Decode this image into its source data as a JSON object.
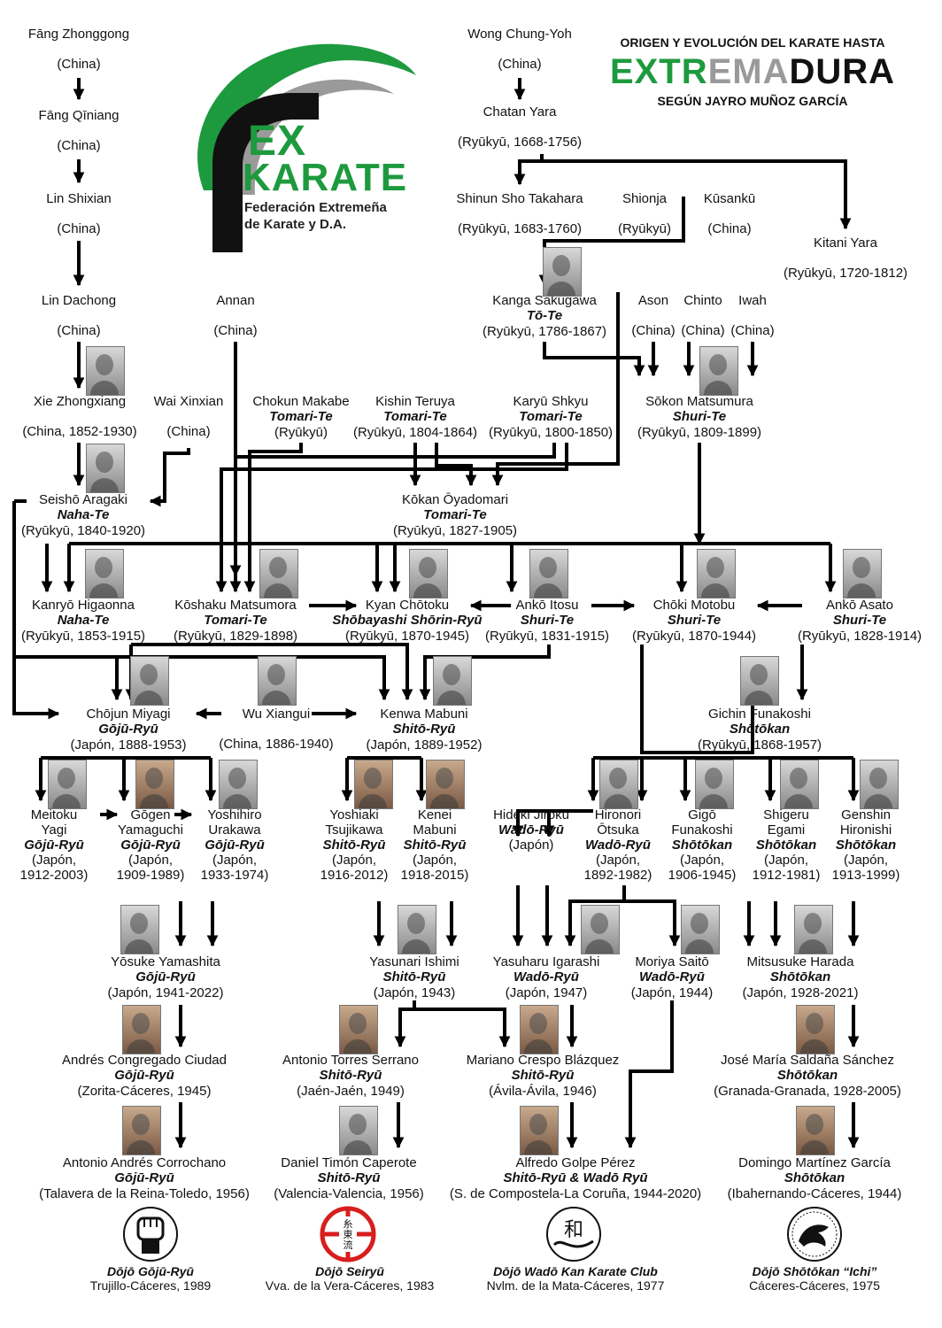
{
  "header": {
    "line1": "ORIGEN Y EVOLUCIÓN DEL KARATE HASTA",
    "line2_green": "EXTR",
    "line2_gray": "EMA",
    "line2_black": "DURA",
    "line3": "SEGÚN JAYRO MUÑOZ GARCÍA"
  },
  "logo": {
    "ex": "EX",
    "karate": "KARATE",
    "fed1": "Federación Extremeña",
    "fed2": "de Karate y D.A.",
    "brand_green": "#1e9a3e"
  },
  "nodes": {
    "fang_z": {
      "name": "Fāng Zhonggong",
      "place": "(China)"
    },
    "fang_q": {
      "name": "Fāng Qīniang",
      "place": "(China)"
    },
    "lin_s": {
      "name": "Lin Shixian",
      "place": "(China)"
    },
    "lin_d": {
      "name": "Lin Dachong",
      "place": "(China)"
    },
    "xie": {
      "name": "Xie Zhongxiang",
      "place": "(China, 1852-1930)"
    },
    "wai": {
      "name": "Wai Xinxian",
      "place": "(China)"
    },
    "annan": {
      "name": "Annan",
      "place": "(China)"
    },
    "wong": {
      "name": "Wong Chung-Yoh",
      "place": "(China)"
    },
    "chatan": {
      "name": "Chatan Yara",
      "place": "(Ryūkyū, 1668-1756)"
    },
    "shinun": {
      "name": "Shinun Sho Takahara",
      "place": "(Ryūkyū, 1683-1760)"
    },
    "shionja": {
      "name": "Shionja",
      "place": "(Ryūkyū)"
    },
    "kusanku": {
      "name": "Kūsankū",
      "place": "(China)"
    },
    "kitani": {
      "name": "Kitani Yara",
      "place": "(Ryūkyū, 1720-1812)"
    },
    "kanga": {
      "name": "Kanga Sakugawa",
      "style": "Tō-Te",
      "place": "(Ryūkyū, 1786-1867)"
    },
    "ason": {
      "name": "Ason",
      "place": "(China)"
    },
    "chinto": {
      "name": "Chinto",
      "place": "(China)"
    },
    "iwah": {
      "name": "Iwah",
      "place": "(China)"
    },
    "sokon": {
      "name": "Sōkon Matsumura",
      "style": "Shuri-Te",
      "place": "(Ryūkyū, 1809-1899)"
    },
    "makabe": {
      "name": "Chokun Makabe",
      "style": "Tomari-Te",
      "place": "(Ryūkyū)"
    },
    "teruya": {
      "name": "Kishin Teruya",
      "style": "Tomari-Te",
      "place": "(Ryūkyū, 1804-1864)"
    },
    "shkyu": {
      "name": "Karyū Shkyu",
      "style": "Tomari-Te",
      "place": "(Ryūkyū, 1800-1850)"
    },
    "seisho": {
      "name": "Seishō Aragaki",
      "style": "Naha-Te",
      "place": "(Ryūkyū, 1840-1920)"
    },
    "kokan": {
      "name": "Kōkan Ōyadomari",
      "style": "Tomari-Te",
      "place": "(Ryūkyū, 1827-1905)"
    },
    "kanryo": {
      "name": "Kanryō Higaonna",
      "style": "Naha-Te",
      "place": "(Ryūkyū, 1853-1915)"
    },
    "koshaku": {
      "name": "Kōshaku Matsumora",
      "style": "Tomari-Te",
      "place": "(Ryūkyū, 1829-1898)"
    },
    "kyan": {
      "name": "Kyan Chōtoku",
      "style": "Shōbayashi Shōrin-Ryū",
      "place": "(Ryūkyū, 1870-1945)"
    },
    "itosu": {
      "name": "Ankō Itosu",
      "style": "Shuri-Te",
      "place": "(Ryūkyū, 1831-1915)"
    },
    "motobu": {
      "name": "Chōki Motobu",
      "style": "Shuri-Te",
      "place": "(Ryūkyū, 1870-1944)"
    },
    "asato": {
      "name": "Ankō Asato",
      "style": "Shuri-Te",
      "place": "(Ryūkyū, 1828-1914)"
    },
    "chojun": {
      "name": "Chōjun Miyagi",
      "style": "Gōjū-Ryū",
      "place": "(Japón, 1888-1953)"
    },
    "wu": {
      "name": "Wu Xiangui",
      "place": "(China, 1886-1940)"
    },
    "kenwa": {
      "name": "Kenwa Mabuni",
      "style": "Shitō-Ryū",
      "place": "(Japón, 1889-1952)"
    },
    "gichin": {
      "name": "Gichin Funakoshi",
      "style": "Shōtōkan",
      "place": "(Ryūkyū, 1868-1957)"
    },
    "meitoku": {
      "name1": "Meitoku",
      "name2": "Yagi",
      "style": "Gōjū-Ryū",
      "place1": "(Japón,",
      "place2": "1912-2003)"
    },
    "gogen": {
      "name1": "Gōgen",
      "name2": "Yamaguchi",
      "style": "Gōjū-Ryū",
      "place1": "(Japón,",
      "place2": "1909-1989)"
    },
    "urakawa": {
      "name1": "Yoshihiro",
      "name2": "Urakawa",
      "style": "Gōjū-Ryū",
      "place1": "(Japón,",
      "place2": "1933-1974)"
    },
    "tsujikawa": {
      "name1": "Yoshiaki",
      "name2": "Tsujikawa",
      "style": "Shitō-Ryū",
      "place1": "(Japón,",
      "place2": "1916-2012)"
    },
    "kenei": {
      "name1": "Kenei",
      "name2": "Mabuni",
      "style": "Shitō-Ryū",
      "place1": "(Japón,",
      "place2": "1918-2015)"
    },
    "hideki": {
      "name1": "Hideki  Jiroku",
      "style": "Wadō-Ryū",
      "place1": "(Japón)"
    },
    "hironori": {
      "name1": "Hironori",
      "name2": "Ōtsuka",
      "style": "Wadō-Ryū",
      "place1": "(Japón,",
      "place2": "1892-1982)"
    },
    "gigo": {
      "name1": "Gigō",
      "name2": "Funakoshi",
      "style": "Shōtōkan",
      "place1": "(Japón,",
      "place2": "1906-1945)"
    },
    "egami": {
      "name1": "Shigeru",
      "name2": "Egami",
      "style": "Shōtōkan",
      "place1": "(Japón,",
      "place2": "1912-1981)"
    },
    "genshin": {
      "name1": "Genshin",
      "name2": "Hironishi",
      "style": "Shōtōkan",
      "place1": "(Japón,",
      "place2": "1913-1999)"
    },
    "yosuke": {
      "name": "Yōsuke Yamashita",
      "style": "Gōjū-Ryū",
      "place": "(Japón, 1941-2022)"
    },
    "ishimi": {
      "name": "Yasunari Ishimi",
      "style": "Shitō-Ryū",
      "place": "(Japón, 1943)"
    },
    "igarashi": {
      "name": "Yasuharu Igarashi",
      "style": "Wadō-Ryū",
      "place": "(Japón, 1947)"
    },
    "saito": {
      "name": "Moriya Saitō",
      "style": "Wadō-Ryū",
      "place": "(Japón, 1944)"
    },
    "harada": {
      "name": "Mitsusuke Harada",
      "style": "Shōtōkan",
      "place": "(Japón, 1928-2021)"
    },
    "andres": {
      "name": "Andrés Congregado Ciudad",
      "style": "Gōjū-Ryū",
      "place": "(Zorita-Cáceres, 1945)"
    },
    "torres": {
      "name": "Antonio Torres Serrano",
      "style": "Shitō-Ryū",
      "place": "(Jaén-Jaén, 1949)"
    },
    "crespo": {
      "name": "Mariano Crespo Blázquez",
      "style": "Shitō-Ryū",
      "place": "(Ávila-Ávila, 1946)"
    },
    "saldana": {
      "name": "José María Saldaña Sánchez",
      "style": "Shōtōkan",
      "place": "(Granada-Granada, 1928-2005)"
    },
    "corrochano": {
      "name": "Antonio Andrés Corrochano",
      "style": "Gōjū-Ryū",
      "place": "(Talavera de la Reina-Toledo, 1956)"
    },
    "timon": {
      "name": "Daniel Timón Caperote",
      "style": "Shitō-Ryū",
      "place": "(Valencia-Valencia, 1956)"
    },
    "golpe": {
      "name": "Alfredo Golpe Pérez",
      "style": "Shitō-Ryū & Wadō Ryū",
      "place": "(S. de Compostela-La Coruña, 1944-2020)"
    },
    "dominguez": {
      "name": "Domingo Martínez García",
      "style": "Shōtōkan",
      "place": "(Ibahernando-Cáceres, 1944)"
    }
  },
  "dojos": [
    {
      "name": "Dōjō Gōjū-Ryū",
      "place": "Trujillo-Cáceres, 1989",
      "emblem": "fist-icon"
    },
    {
      "name": "Dōjō Seiryū",
      "place": "Vva. de la Vera-Cáceres, 1983",
      "emblem": "shito-ryu-crest-icon",
      "glyphs": "糸東流",
      "accent": "#d81e1e"
    },
    {
      "name": "Dōjō Wadō Kan Karate Club",
      "place": "Nvlm. de la Mata-Cáceres, 1977",
      "emblem": "wado-crest-icon",
      "glyphs": "和"
    },
    {
      "name": "Dōjō Shōtōkan “Ichi”",
      "place": "Cáceres-Cáceres, 1975",
      "emblem": "tiger-icon"
    }
  ]
}
